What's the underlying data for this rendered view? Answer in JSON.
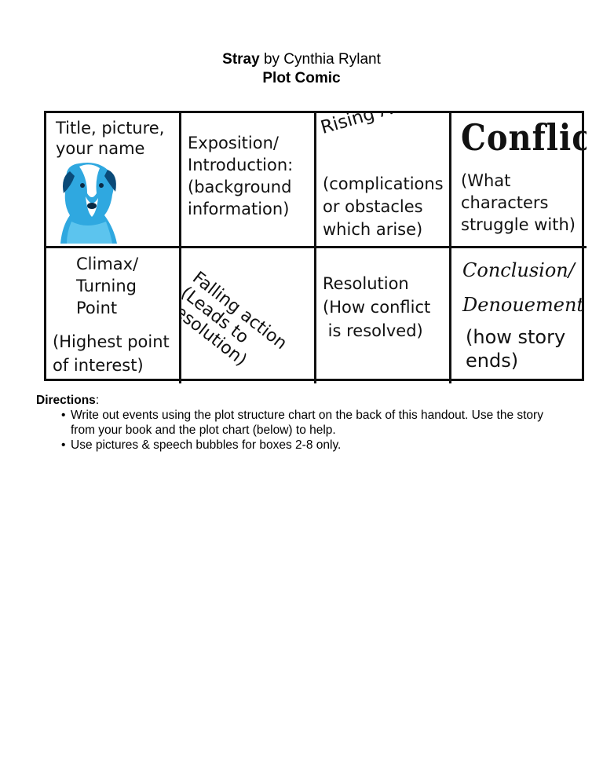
{
  "header": {
    "title_bold": "Stray",
    "title_rest": " by Cynthia Rylant",
    "subtitle": "Plot Comic"
  },
  "grid": {
    "cells": [
      {
        "lines": [
          "Title, picture,",
          "your name"
        ],
        "image": "dog-photo"
      },
      {
        "lines": [
          "Exposition/",
          "Introduction:",
          "(background",
          "information)"
        ]
      },
      {
        "title": "Rising Action",
        "lines": [
          "(complications",
          "or obstacles",
          "which arise)"
        ]
      },
      {
        "title": "Conflict",
        "lines": [
          "(What",
          "characters",
          "struggle with)"
        ]
      },
      {
        "lines": [
          "Climax/",
          "Turning",
          "Point"
        ],
        "lines2": [
          "(Highest point",
          "of interest)"
        ]
      },
      {
        "lines": [
          "Falling action",
          "(Leads to",
          "resolution)"
        ]
      },
      {
        "lines": [
          "Resolution",
          "(How conflict",
          " is resolved)"
        ]
      },
      {
        "title_lines": [
          "Conclusion/",
          "Denouement"
        ],
        "lines": [
          "(how story",
          "ends)"
        ]
      }
    ]
  },
  "directions": {
    "label": "Directions",
    "colon": ":",
    "bullet_icon": "•",
    "items": [
      "Write out events using the plot structure chart on the back of this handout. Use the story from your book and the plot chart (below) to help.",
      "Use pictures & speech bubbles for boxes 2-8 only."
    ]
  },
  "colors": {
    "dog_blue": "#2fa8e0",
    "border": "#111111"
  }
}
